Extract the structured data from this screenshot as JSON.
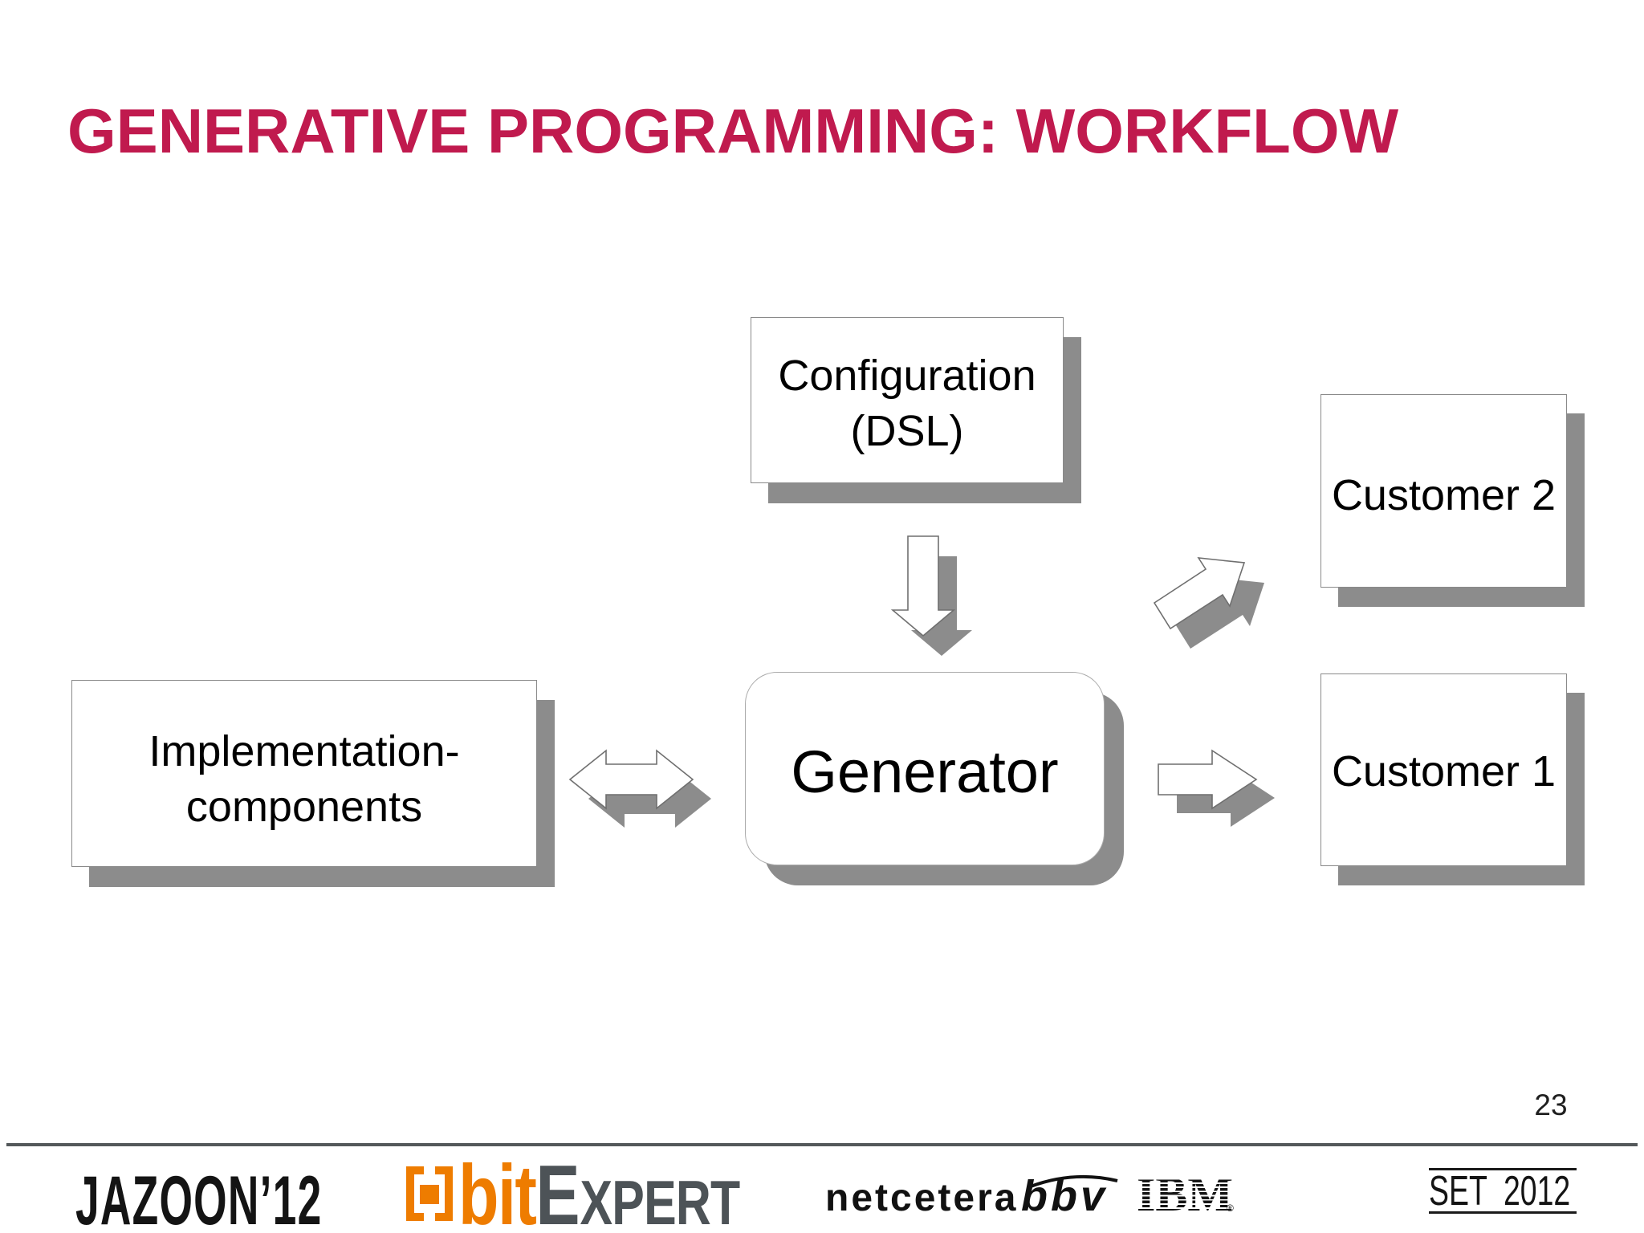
{
  "title": "GENERATIVE PROGRAMMING: WORKFLOW",
  "page_number": "23",
  "colors": {
    "title": "#C01A4E",
    "shadow_gray": "#8c8c8c",
    "divider_gray": "#54585a",
    "bitexpert_orange": "#ee7c00",
    "bitexpert_gray": "#4d5357",
    "box_border": "#8a8a8a",
    "text": "#000000"
  },
  "diagram": {
    "boxes": {
      "configuration": {
        "lines": [
          "Configuration",
          "(DSL)"
        ]
      },
      "implementation": {
        "lines": [
          "Implementation-",
          "components"
        ]
      },
      "generator": {
        "lines": [
          "Generator"
        ]
      },
      "customer2": {
        "lines": [
          "Customer 2"
        ]
      },
      "customer1": {
        "lines": [
          "Customer 1"
        ]
      }
    },
    "arrows": [
      {
        "name": "config-to-generator",
        "direction": "down"
      },
      {
        "name": "implementation-generator",
        "direction": "left-right"
      },
      {
        "name": "generator-to-customer2",
        "direction": "up-right"
      },
      {
        "name": "generator-to-customer1",
        "direction": "right"
      }
    ]
  },
  "footer": {
    "jazoon": "JAZOON’12",
    "bitexpert_bit": "bit",
    "bitexpert_e": "E",
    "bitexpert_xpert": "XPERT",
    "netcetera": "netcetera",
    "bbv": "bbv",
    "ibm": "IBM",
    "ibm_reg": "®",
    "set": "SET  2012"
  }
}
